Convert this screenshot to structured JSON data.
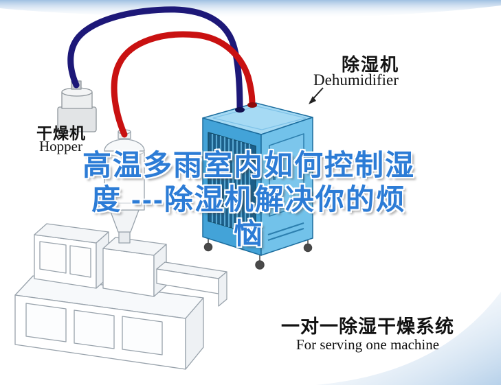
{
  "headline": {
    "full_text": "高温多雨室内如何控制湿度 ---除湿机解决你的烦恼",
    "lines": [
      "高温多雨室内如何控制湿",
      "度 ---除湿机解决你的烦",
      "恼"
    ],
    "text_color": "#2c7cd6",
    "outline_color": "#ffffff"
  },
  "machine_labels": {
    "dryer": {
      "cn": "干燥机",
      "en": "Hopper"
    },
    "dehumidifier": {
      "cn": "除湿机",
      "en": "Dehumidifier"
    }
  },
  "caption": {
    "cn": "一对一除湿干燥系统",
    "en": "For serving one machine"
  },
  "diagram": {
    "hose_colors": {
      "blue_hose": "#1d1878",
      "red_hose": "#c91111"
    },
    "dehumidifier_colors": {
      "front_face": "#43a3d8",
      "side_face": "#72c2ea",
      "top_face": "#a6daf4",
      "vent_area": "#1b5e89"
    },
    "background_accent_color": "#c3d9ee"
  }
}
